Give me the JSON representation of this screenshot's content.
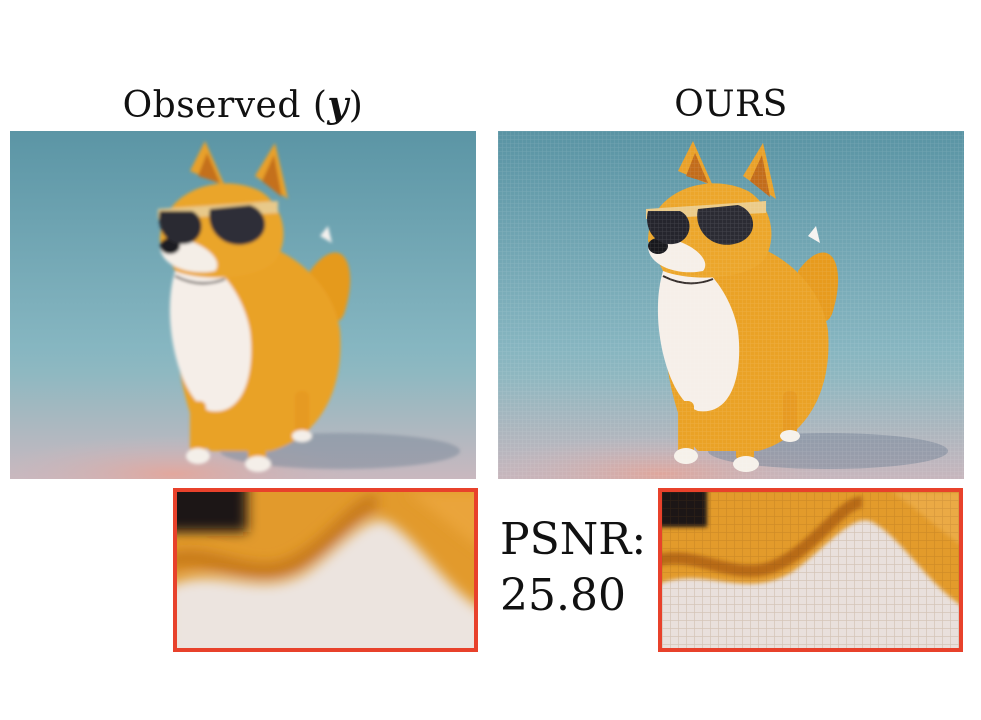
{
  "figure": {
    "left_title": "Observed (",
    "left_title_var": "y",
    "left_title_close": ")",
    "right_title": "OURS",
    "psnr_label": "PSNR:",
    "psnr_value": "25.80",
    "left_image": "shiba dog with sunglasses (observed, blurred)",
    "right_image": "shiba dog with sunglasses (reconstruction)",
    "crop_border_color": "#e8412b"
  }
}
